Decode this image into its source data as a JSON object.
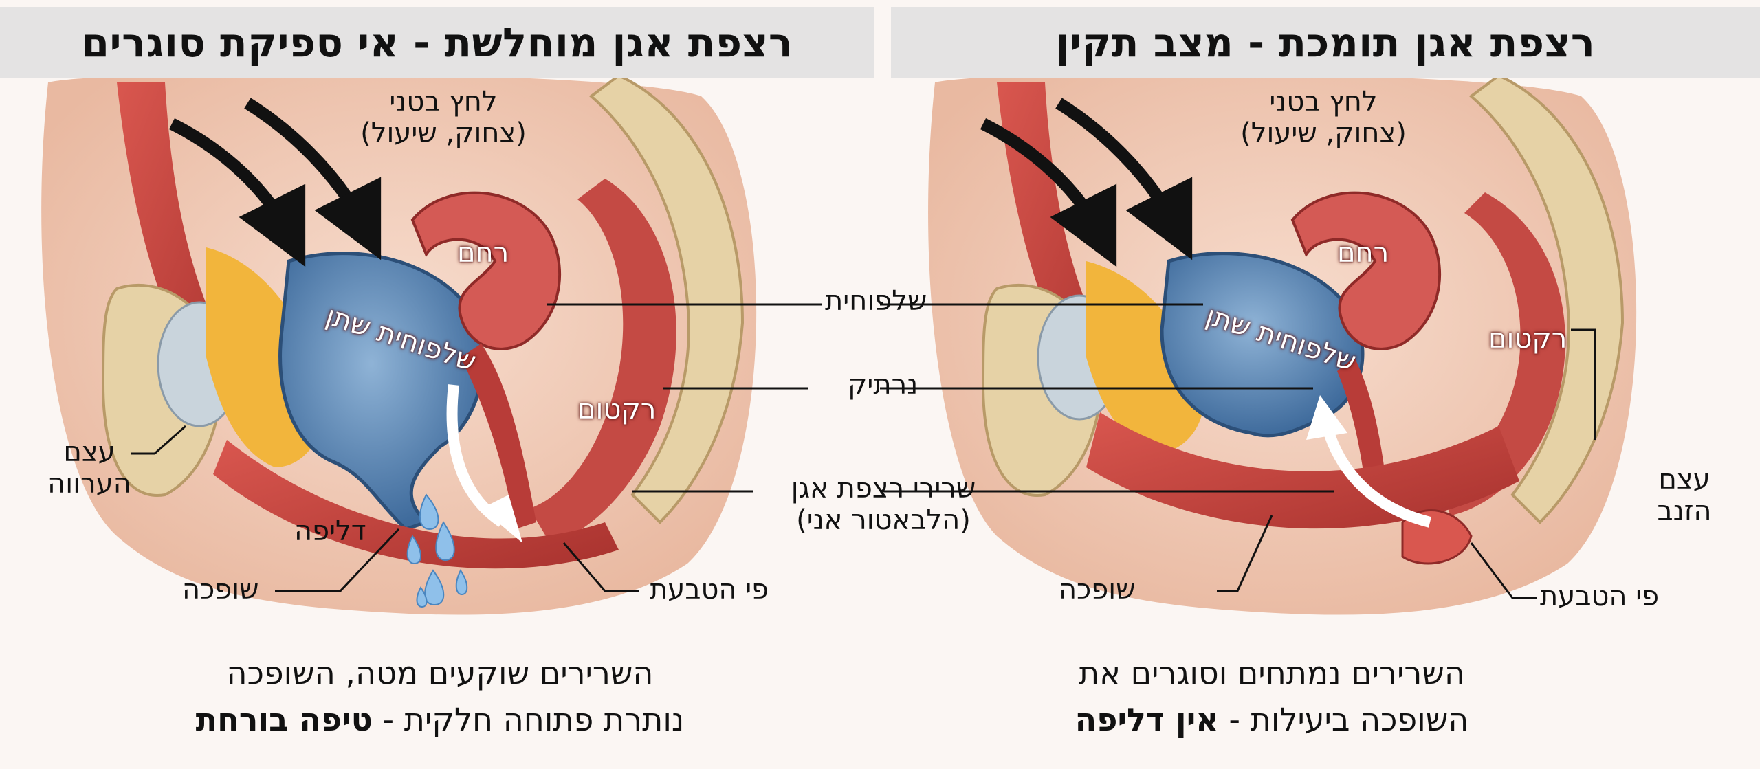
{
  "panels": {
    "left": {
      "title": "רצפת אגן מוחלשת - אי ספיקת סוגרים",
      "pressure_line1": "לחץ בטני",
      "pressure_line2": "(צחוק, שיעול)",
      "uterus": "רחם",
      "bladder": "שלפוחית שתן",
      "rectum": "רקטום",
      "pubic_line1": "עצם",
      "pubic_line2": "הערווה",
      "leak": "דליפה",
      "urethra": "שופכה",
      "caption_line1": "השרירים שוקעים מטה, השופכה",
      "caption_line2_plain": "נותרת פתוחה חלקית - ",
      "caption_line2_bold": "טיפה בורחת"
    },
    "right": {
      "title": "רצפת אגן תומכת - מצב תקין",
      "pressure_line1": "לחץ בטני",
      "pressure_line2": "(צחוק, שיעול)",
      "uterus": "רחם",
      "bladder": "שלפוחית שתן",
      "rectum": "רקטום",
      "coccyx_line1": "עצם",
      "coccyx_line2": "הזנב",
      "urethra": "שופכה",
      "anus": "פי הטבעת",
      "caption_line1": "השרירים נמתחים וסוגרים את",
      "caption_line2_plain": "השופכה ביעילות - ",
      "caption_line2_bold": "אין דליפה"
    }
  },
  "shared_labels": {
    "bladder_short": "שלפוחית",
    "vagina": "נרתיק",
    "pelvic_floor_line1": "שרירי רצפת אגן",
    "pelvic_floor_line2": "(הלבאטור אני)",
    "anus": "פי הטבעת"
  },
  "colors": {
    "muscle": "#c8453f",
    "bladder": "#4a78a8",
    "bone": "#e6d2a6",
    "fat": "#f2b53c",
    "title_bg": "#e4e3e3"
  }
}
